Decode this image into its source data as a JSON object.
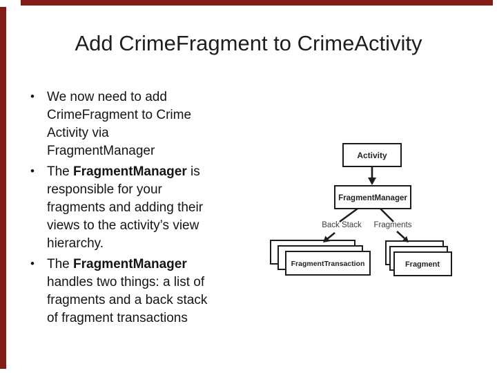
{
  "slide": {
    "title": "Add CrimeFragment to CrimeActivity",
    "accent_color": "#7f1d16",
    "bullet_char": "•"
  },
  "bullets": [
    {
      "lines": [
        [
          {
            "t": "We now need to add"
          }
        ],
        [
          {
            "t": "CrimeFragment to Crime"
          }
        ],
        [
          {
            "t": "Activity via"
          }
        ],
        [
          {
            "t": "FragmentManager"
          }
        ]
      ]
    },
    {
      "lines": [
        [
          {
            "t": "The "
          },
          {
            "t": "FragmentManager",
            "b": true
          },
          {
            "t": " is"
          }
        ],
        [
          {
            "t": "responsible for your"
          }
        ],
        [
          {
            "t": "fragments and adding their"
          }
        ],
        [
          {
            "t": "views to the activity’s view"
          }
        ],
        [
          {
            "t": "hierarchy."
          }
        ]
      ]
    },
    {
      "lines": [
        [
          {
            "t": "The "
          },
          {
            "t": "FragmentManager",
            "b": true
          }
        ],
        [
          {
            "t": "handles two things: a list of"
          }
        ],
        [
          {
            "t": "fragments and a back stack"
          }
        ],
        [
          {
            "t": "of fragment transactions"
          }
        ]
      ]
    }
  ],
  "diagram": {
    "activity_label": "Activity",
    "fragment_manager_label": "FragmentManager",
    "back_stack_label": "Back Stack",
    "fragments_label": "Fragments",
    "fragment_transaction_label": "FragmentTransaction",
    "fragment_label": "Fragment"
  }
}
